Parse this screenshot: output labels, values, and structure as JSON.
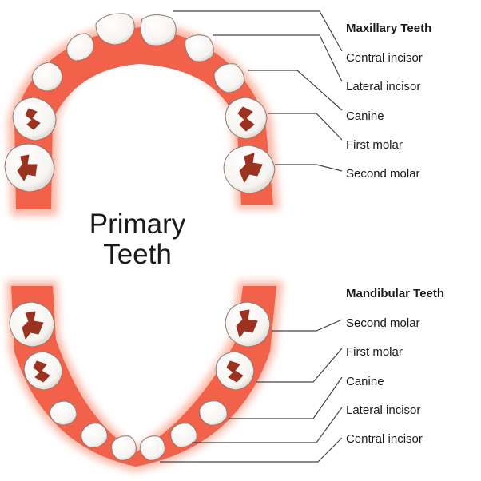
{
  "title_line1": "Primary",
  "title_line2": "Teeth",
  "maxillary": {
    "heading": "Maxillary Teeth",
    "labels": [
      "Central incisor",
      "Lateral incisor",
      "Canine",
      "First molar",
      "Second molar"
    ]
  },
  "mandibular": {
    "heading": "Mandibular Teeth",
    "labels": [
      "Second molar",
      "First molar",
      "Canine",
      "Lateral incisor",
      "Central incisor"
    ]
  },
  "colors": {
    "gum": "#f2614a",
    "gum_glow": "#f9a48f",
    "tooth": "#ffffff",
    "tooth_outline": "#8a7a72",
    "fissure": "#9b3320",
    "leader": "#444444"
  }
}
